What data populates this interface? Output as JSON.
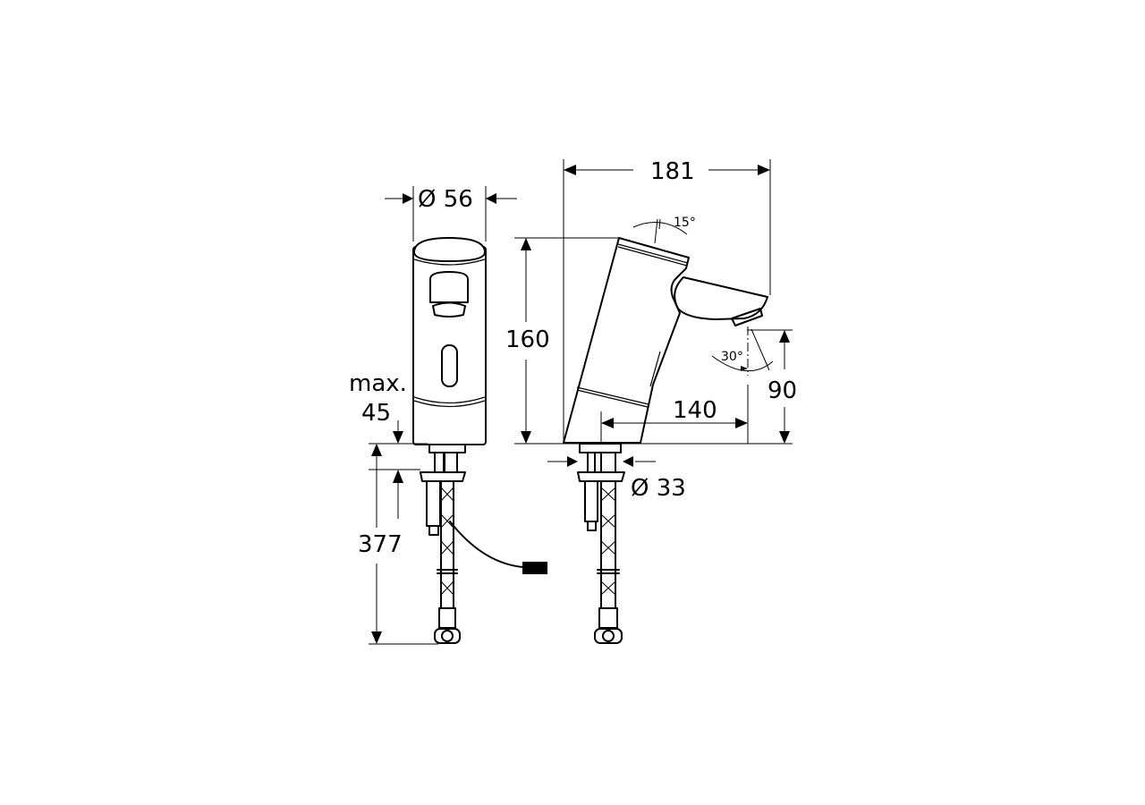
{
  "diagram": {
    "subject": "Sensor faucet technical drawing (front and side view)",
    "units": "mm",
    "views": [
      "front-view",
      "side-view"
    ],
    "dimensions": {
      "body_diameter": "Ø 56",
      "total_reach": "181",
      "height": "160",
      "spout_height": "90",
      "spout_projection": "140",
      "base_diameter": "Ø 33",
      "max_counter_thickness_line1": "max.",
      "max_counter_thickness_line2": "45",
      "hose_length": "377",
      "top_tilt_angle": "15°",
      "spray_angle": "30°"
    }
  }
}
